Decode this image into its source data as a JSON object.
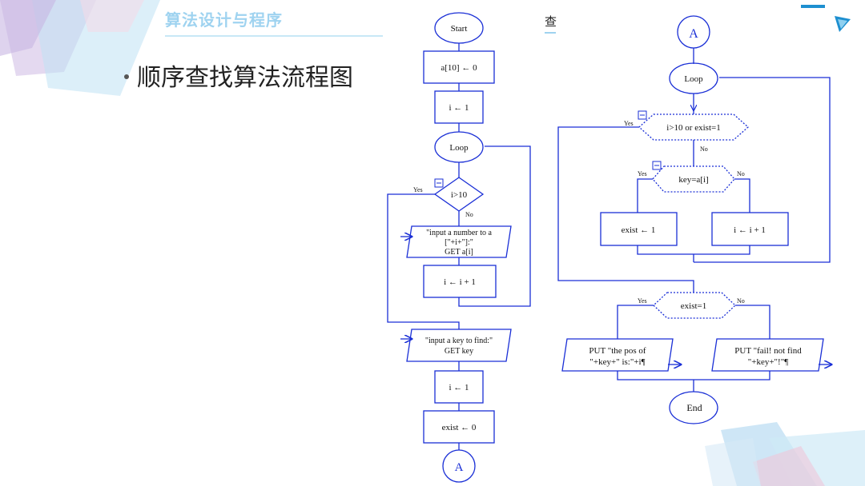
{
  "header": {
    "title": "算法设计与程序"
  },
  "bullet": {
    "text": "顺序查找算法流程图"
  },
  "stray_char": "查",
  "flowchart": {
    "start": "Start",
    "init_array": "a[10] ← 0",
    "init_i": "i ← 1",
    "loop": "Loop",
    "cond_i": "i>10",
    "yes": "Yes",
    "no": "No",
    "input_line1": "\"input a number to a",
    "input_line2": "[\"+i+\"]:\"",
    "input_line3": "GET a[i]",
    "incr": "i ← i + 1",
    "key_line1": "\"input a key to find:\"",
    "key_line2": "GET key",
    "exist_init": "exist ← 0",
    "connector": "A",
    "cond_exit": "i>10 or exist=1",
    "cond_key": "key=a[i]",
    "exist_set": "exist ← 1",
    "cond_exist": "exist=1",
    "put_found_line1": "PUT \"the pos of",
    "put_found_line2": "\"+key+\" is:\"+i¶",
    "put_fail_line1": "PUT \"fail! not find",
    "put_fail_line2": "\"+key+\"!\"¶",
    "end": "End"
  },
  "colors": {
    "stroke": "#1a2fd6",
    "accent": "#9fd3f0",
    "deco_blue": "#6ec0e8",
    "deco_purple": "#b9a6d8",
    "deco_pink": "#f2c4d8"
  }
}
